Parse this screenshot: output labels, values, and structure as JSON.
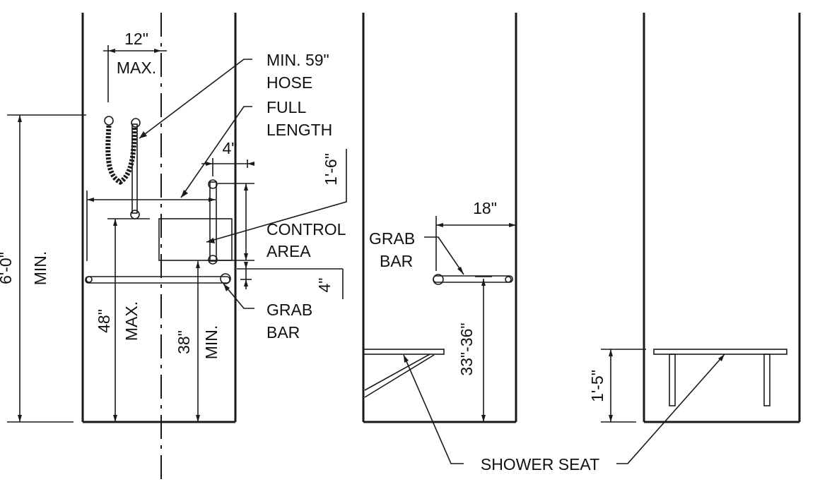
{
  "labels": {
    "hose_line1": "MIN. 59\"",
    "hose_line2": "HOSE",
    "full_line1": "FULL",
    "full_line2": "LENGTH",
    "control_line1": "CONTROL",
    "control_line2": "AREA",
    "grab_a1": "GRAB",
    "grab_a2": "BAR",
    "grab_b1": "GRAB",
    "grab_b2": "BAR",
    "shower_seat": "SHOWER SEAT"
  },
  "dims": {
    "twelve": "12\"",
    "max_12": "MAX.",
    "four_top": "4\"",
    "one_six": "1'-6\"",
    "four_bottom": "4\"",
    "six_zero": "6'-0\"",
    "min_60": "MIN.",
    "forty_eight": "48\"",
    "max_48": "MAX.",
    "thirty_eight": "38\"",
    "min_38": "MIN.",
    "eighteen": "18\"",
    "thirty_three": "33\"-36\"",
    "one_five": "1'-5\""
  }
}
